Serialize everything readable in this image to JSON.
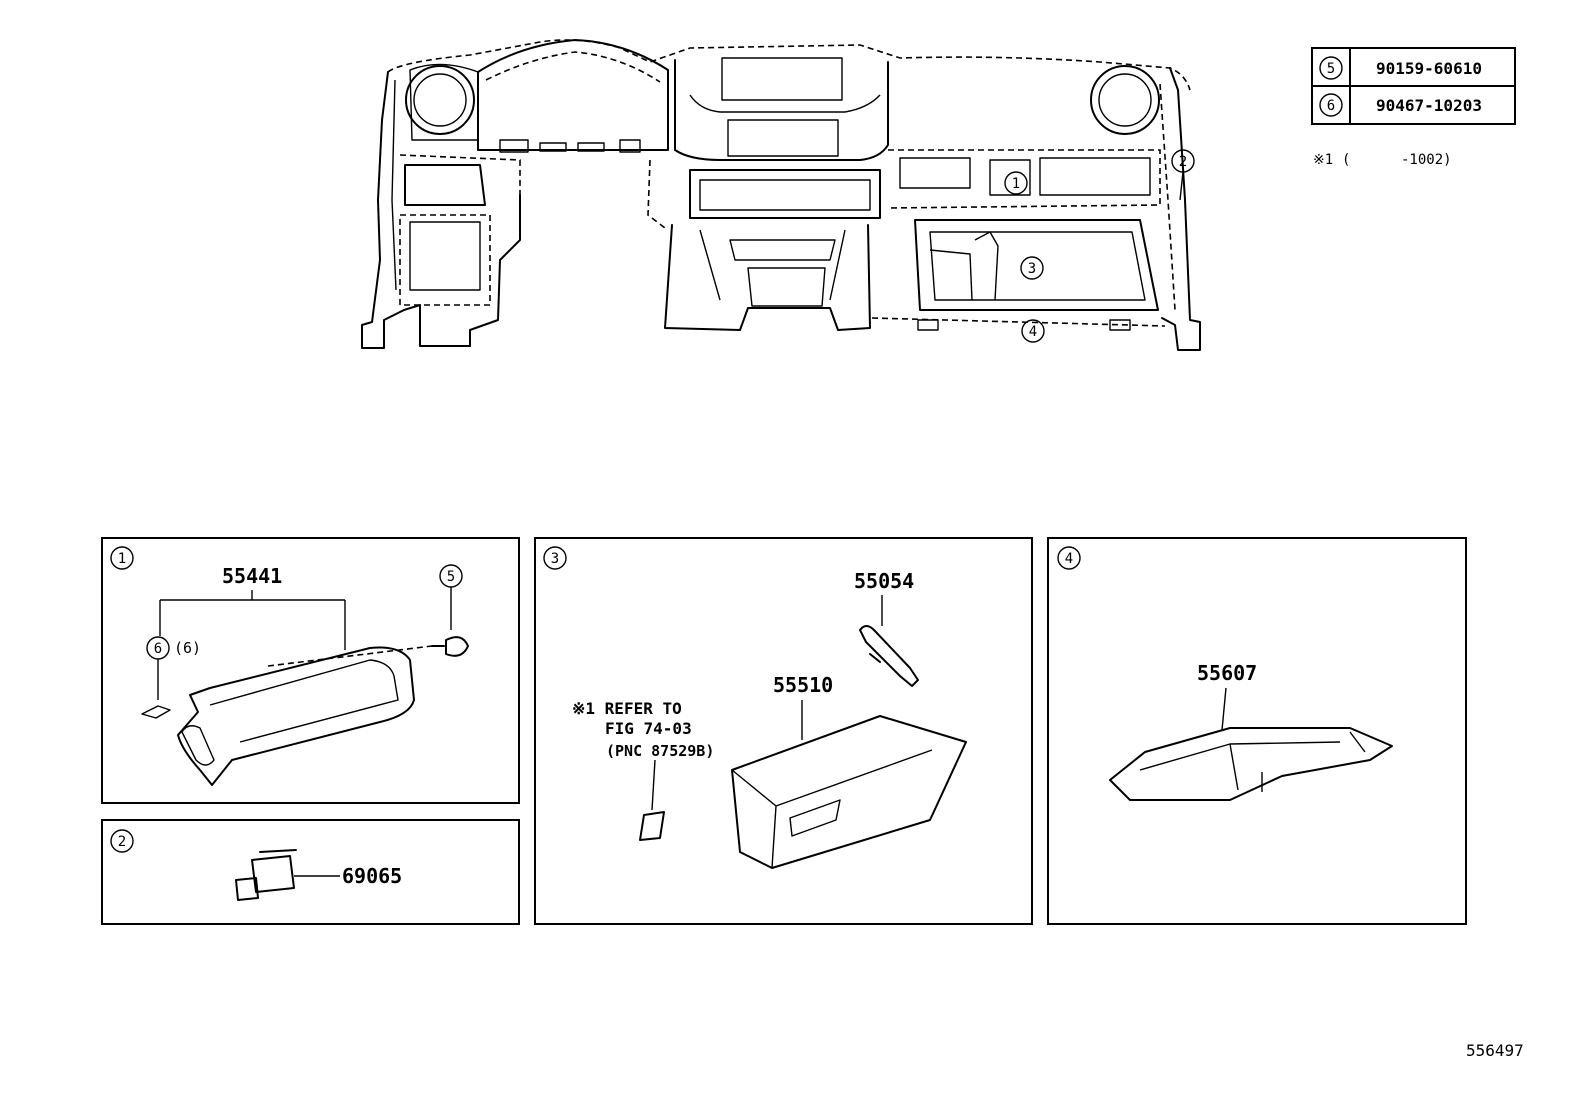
{
  "fastener_table": {
    "rows": [
      {
        "ref": "5",
        "part": "90159-60610"
      },
      {
        "ref": "6",
        "part": "90467-10203"
      }
    ]
  },
  "footnote": {
    "mark": "※1",
    "range": "(      -1002)"
  },
  "overview": {
    "callouts": [
      "1",
      "2",
      "3",
      "4"
    ]
  },
  "panels": {
    "p1": {
      "ref": "1",
      "part_main": "55441",
      "fastener_ref": "5",
      "clip_ref": "6",
      "clip_qty": "(6)"
    },
    "p2": {
      "ref": "2",
      "part_main": "69065"
    },
    "p3": {
      "ref": "3",
      "part_damper": "55054",
      "part_door": "55510",
      "note_line1": "※1 REFER TO",
      "note_line2": "FIG 74-03",
      "note_line3": "(PNC 87529B)"
    },
    "p4": {
      "ref": "4",
      "part_main": "55607"
    }
  },
  "illustration_id": "556497"
}
